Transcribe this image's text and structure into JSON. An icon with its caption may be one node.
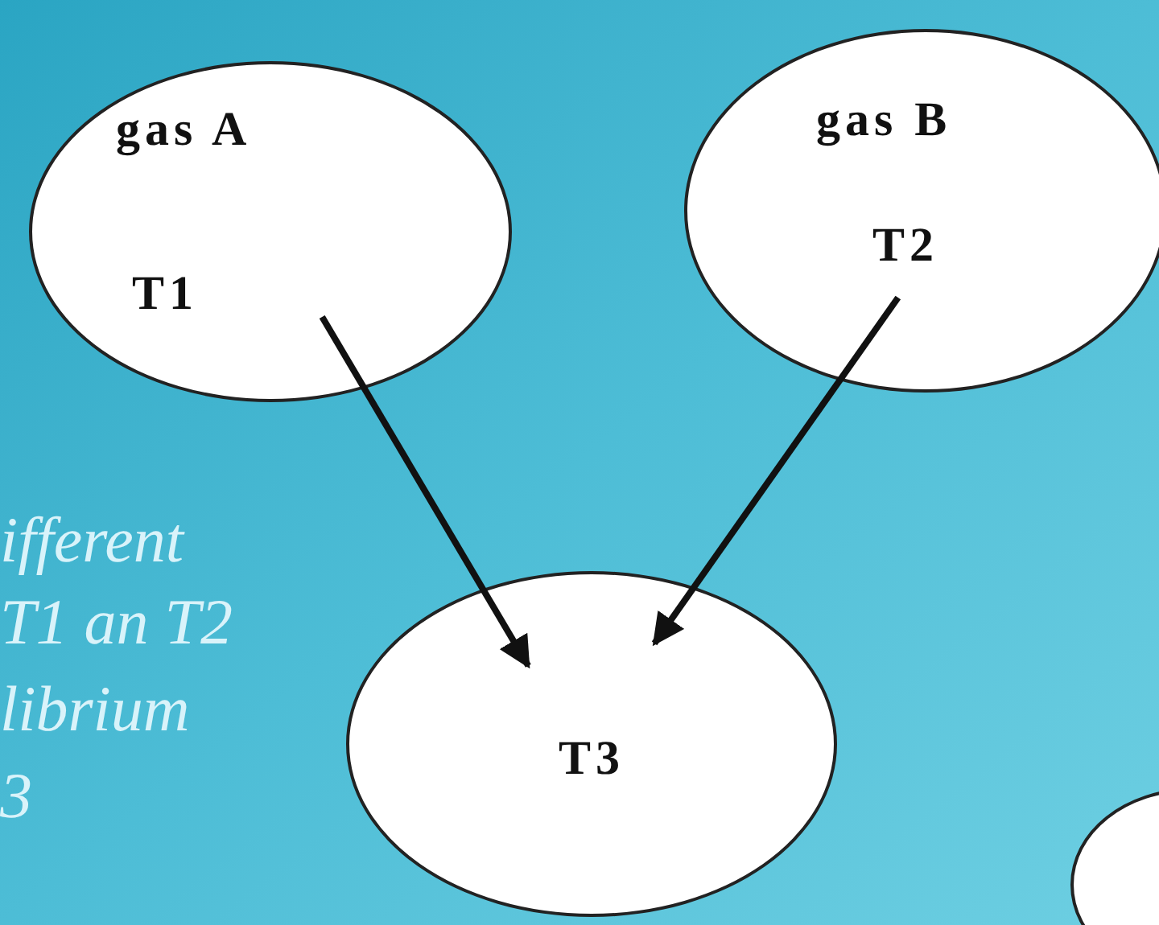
{
  "diagram": {
    "nodes": [
      {
        "text": [
          "gas A",
          "T1"
        ]
      },
      {
        "text": [
          "gas B",
          "T2"
        ]
      },
      {
        "text": [
          "T3"
        ]
      },
      {
        "text": [],
        "shape": "circle"
      }
    ],
    "edges": [
      {
        "from": 0,
        "to": 2,
        "arrow": "to"
      },
      {
        "from": 1,
        "to": 2,
        "arrow": "to"
      }
    ],
    "labels": [
      "ifferent",
      "T1 an T2",
      "librium",
      "3"
    ]
  }
}
